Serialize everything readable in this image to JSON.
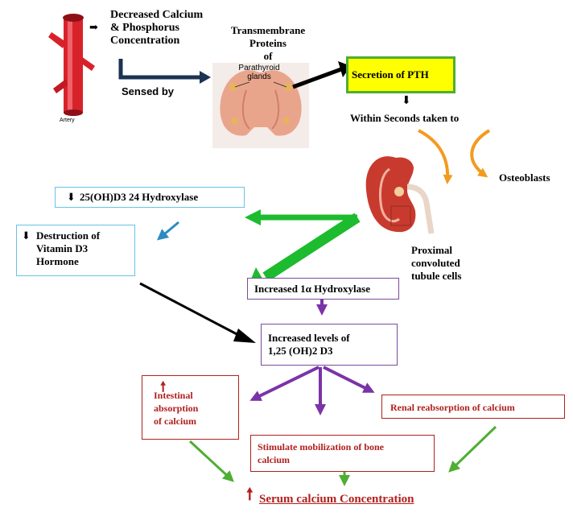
{
  "colors": {
    "green": "#2fa52a",
    "bright_green": "#1dbb2e",
    "purple": "#7b33a8",
    "red": "#b0201e",
    "blue": "#2e8bc0",
    "navy": "#1c3353",
    "yellow": "#ffff00"
  },
  "top": {
    "decrease_text": "Decreased Calcium\n& Phosphorus\nConcentration",
    "artery_label": "Artery",
    "sensed_by": "Sensed by",
    "transmembrane": "Transmembrane\nProteins\nof",
    "parathyroid_label": "Parathyroid\nglands",
    "secretion": "Secretion of PTH",
    "within_seconds": "Within Seconds taken to",
    "osteoblasts": "Osteoblasts",
    "proximal": "Proximal\nconvoluted\ntubule cells"
  },
  "left": {
    "hydroxylase_24": "25(OH)D3 24 Hydroxylase",
    "destruction": "Destruction of\nVitamin D3\nHormone"
  },
  "center": {
    "increased_1a": "Increased 1α Hydroxylase",
    "increased_levels": "Increased levels of\n1,25 (OH)2 D3"
  },
  "effects": {
    "intestinal": "Intestinal\nabsorption\nof calcium",
    "renal": "Renal reabsorption of calcium",
    "bone": "Stimulate mobilization of bone\ncalcium",
    "serum": "Serum calcium Concentration"
  },
  "icons": [
    "down-arrow-icon",
    "up-arrow-icon",
    "right-arrow-icon"
  ]
}
